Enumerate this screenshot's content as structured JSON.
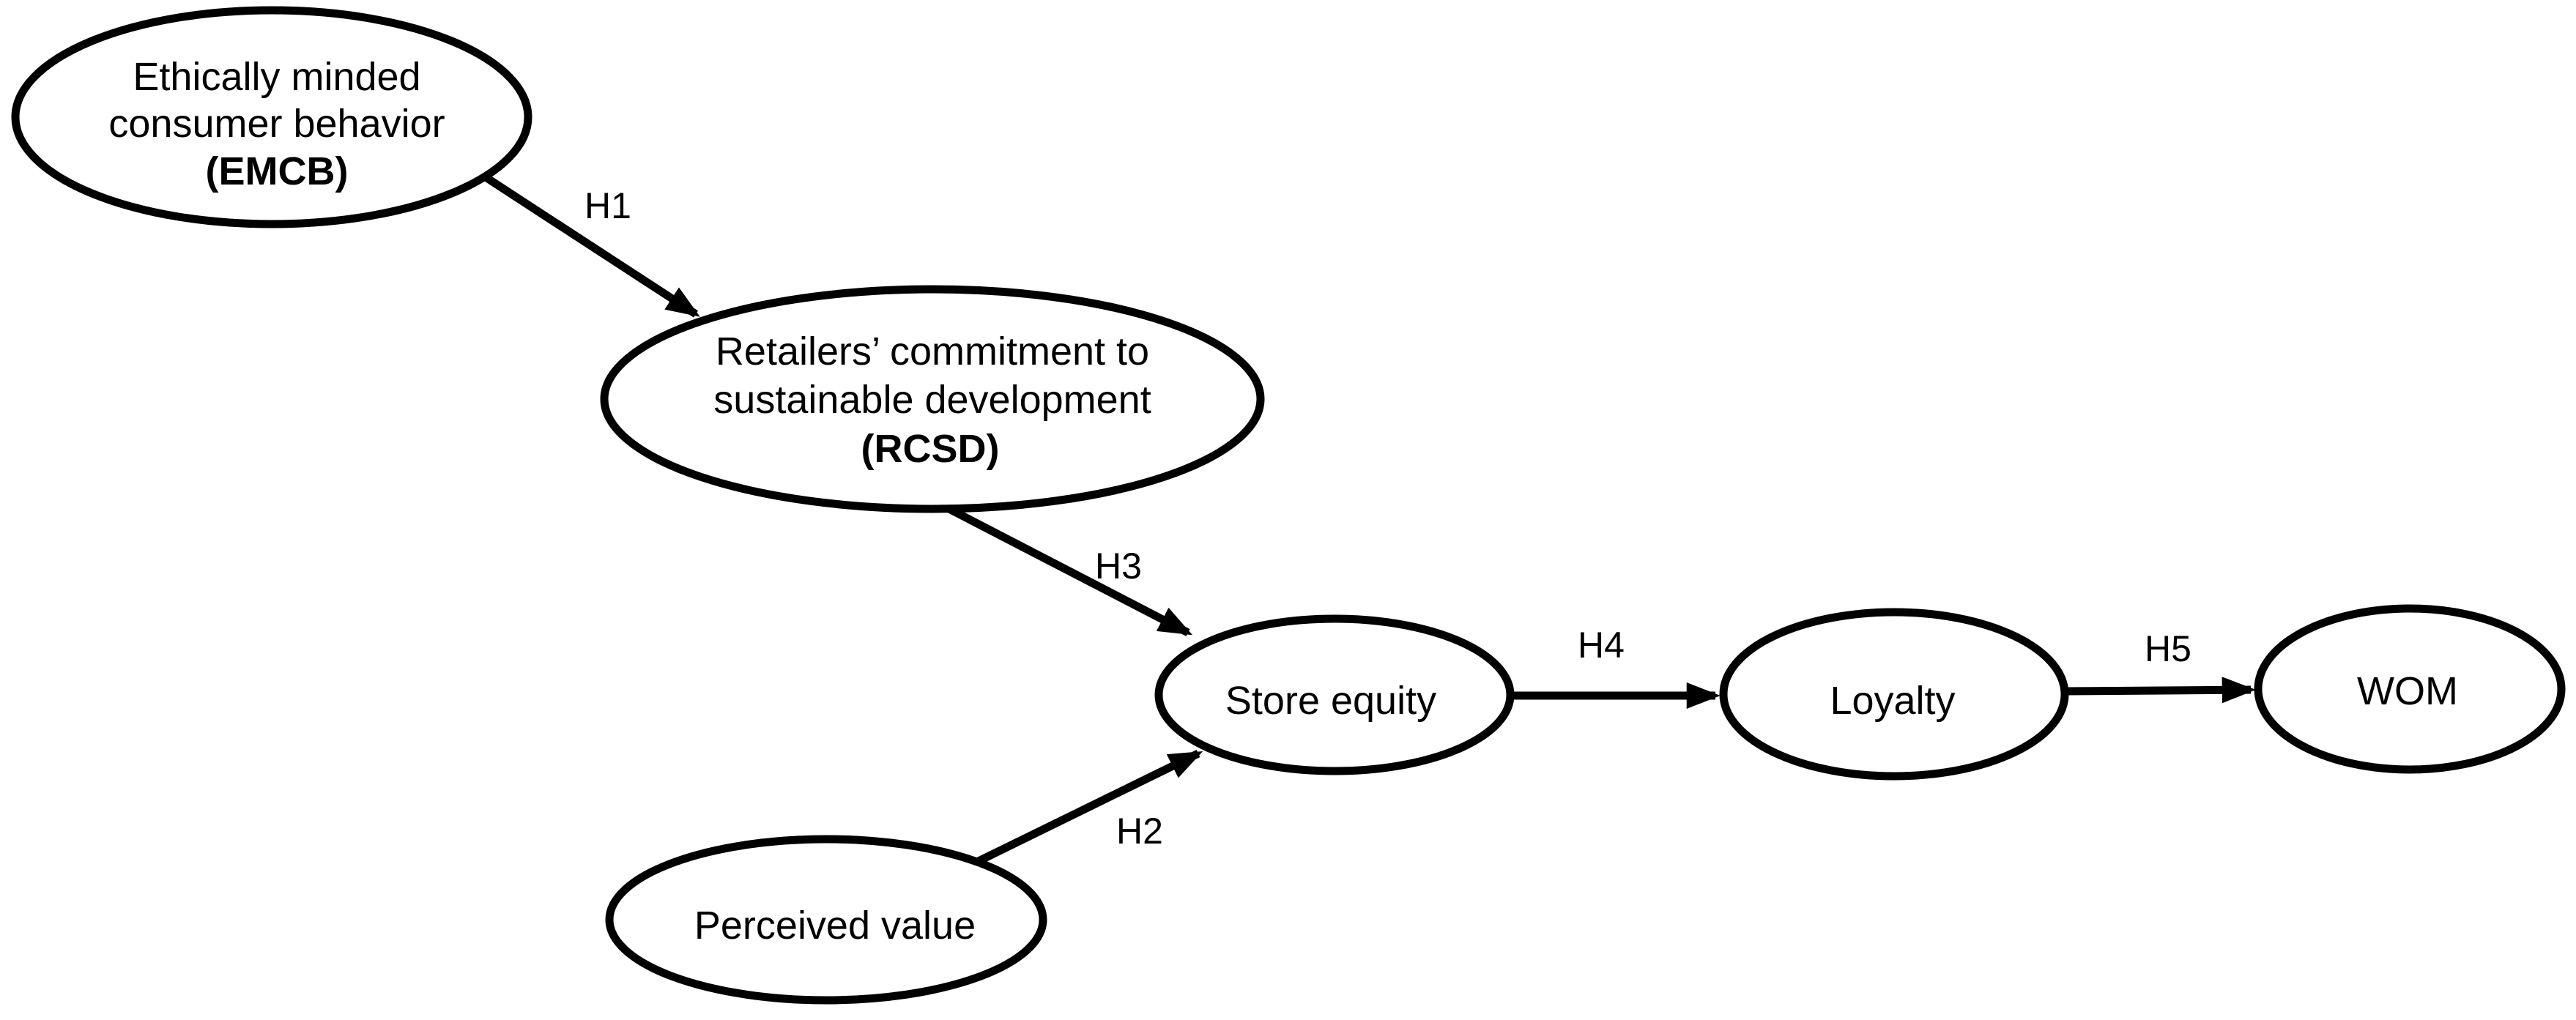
{
  "figure": {
    "type": "path-model-diagram",
    "colors": {
      "ink": "#000000",
      "background": "#ffffff"
    },
    "nodes": {
      "emcb": {
        "line1": "Ethically minded",
        "line2": "consumer behavior",
        "abbr": "(EMCB)"
      },
      "rcsd": {
        "line1": "Retailers’ commitment to",
        "line2": "sustainable development",
        "abbr": "(RCSD)"
      },
      "store_equity": {
        "label": "Store equity"
      },
      "loyalty": {
        "label": "Loyalty"
      },
      "wom": {
        "label": "WOM"
      },
      "perceived_value": {
        "label": "Perceived value"
      }
    },
    "edges": {
      "h1": {
        "label": "H1",
        "from": "emcb",
        "to": "rcsd"
      },
      "h2": {
        "label": "H2",
        "from": "perceived_value",
        "to": "store_equity"
      },
      "h3": {
        "label": "H3",
        "from": "rcsd",
        "to": "store_equity"
      },
      "h4": {
        "label": "H4",
        "from": "store_equity",
        "to": "loyalty"
      },
      "h5": {
        "label": "H5",
        "from": "loyalty",
        "to": "wom"
      }
    }
  }
}
